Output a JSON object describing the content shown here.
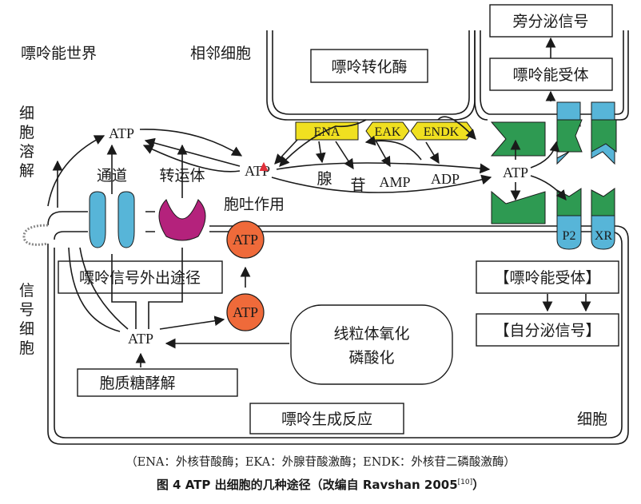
{
  "colors": {
    "enzyme_yellow": "#f0e020",
    "vesicle_orange": "#ef6a3a",
    "channel_blue": "#57b5d8",
    "transporter_magenta": "#b4227c",
    "receptor_green": "#2e9a52"
  },
  "regions": {
    "purinergic_world": "嘌呤能世界",
    "neighbor_cell": "相邻细胞",
    "cell_lysis": "细胞溶解",
    "signal_cell": "信号细胞",
    "cell": "细胞"
  },
  "boxes": {
    "paracrine": "旁分泌信号",
    "purinergic_receptor_top": "嘌呤能受体",
    "ectoenzyme": "嘌呤转化酶",
    "outflow_pathway": "嘌呤信号外出途径",
    "purinergic_receptor_right": "【嘌呤能受体】",
    "autocrine": "【自分泌信号】",
    "glycolysis": "胞质糖酵解",
    "oxphos": "线粒体氧化磷酸化",
    "purine_generation": "嘌呤生成反应"
  },
  "enzymes": {
    "ena": "ENA",
    "eak": "EAK",
    "endk": "ENDK"
  },
  "labels": {
    "atp": "ATP",
    "channel": "通道",
    "transporter": "转运体",
    "exocytosis": "胞吐作用",
    "adenosine_1": "腺",
    "adenosine_2": "苷",
    "amp": "AMP",
    "adp": "ADP",
    "p2": "P2",
    "xr": "XR"
  },
  "footnote": "（ENA：外核苷酸酶；EKA：外腺苷酸激酶；ENDK：外核苷二磷酸激酶）",
  "caption": {
    "text": "图 4 ATP 出细胞的几种途径（改编自 Ravshan 2005",
    "ref": "[10]",
    "close": "）"
  }
}
